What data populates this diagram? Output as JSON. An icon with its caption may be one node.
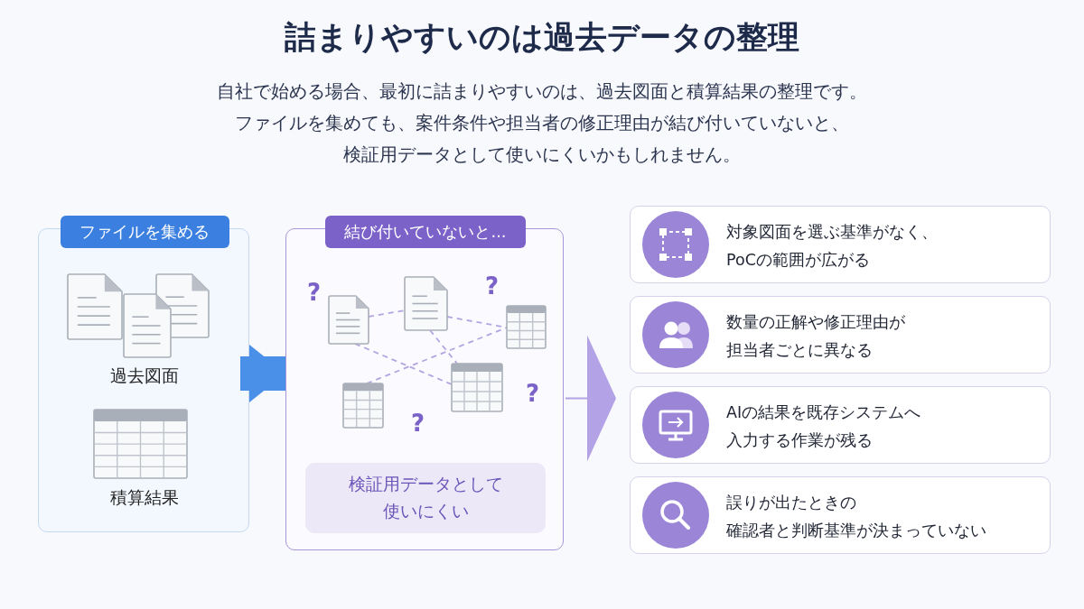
{
  "diagram": {
    "title": "詰まりやすいのは過去データの整理",
    "nodes": [
      {
        "text": [
          "ファイルを集める",
          "過去図面",
          "積算結果"
        ]
      },
      {
        "text": [
          "結び付いていないと..."
        ]
      },
      {
        "text": [
          "検証用データとして使いにくい"
        ],
        "in": 1
      },
      {
        "text": [
          "対象図面を選ぶ基準がなく、PoCの範囲が広がる"
        ]
      },
      {
        "text": [
          "数量の正解や修正理由が担当者ごとに異なる"
        ]
      },
      {
        "text": [
          "AIの結果を既存システムへ入力する作業が残る"
        ]
      },
      {
        "text": [
          "誤りが出たときの確認者と判断基準が決まっていない"
        ]
      }
    ],
    "edges": [
      {
        "from": 0,
        "to": 1,
        "arrow": "to",
        "style": "thick",
        "color": "#4a90e8"
      },
      {
        "from": 1,
        "to": null,
        "arrow": "to",
        "color": "#b3a3e6"
      }
    ],
    "labels": [
      "自社で始める場合、最初に詰まりやすいのは、過去図面と積算結果の整理です。ファイルを集めても、案件条件や担当者の修正理由が結び付いていないと、検証用データとして使いにくいかもしれません。",
      "?",
      "?",
      "?",
      "?"
    ]
  }
}
